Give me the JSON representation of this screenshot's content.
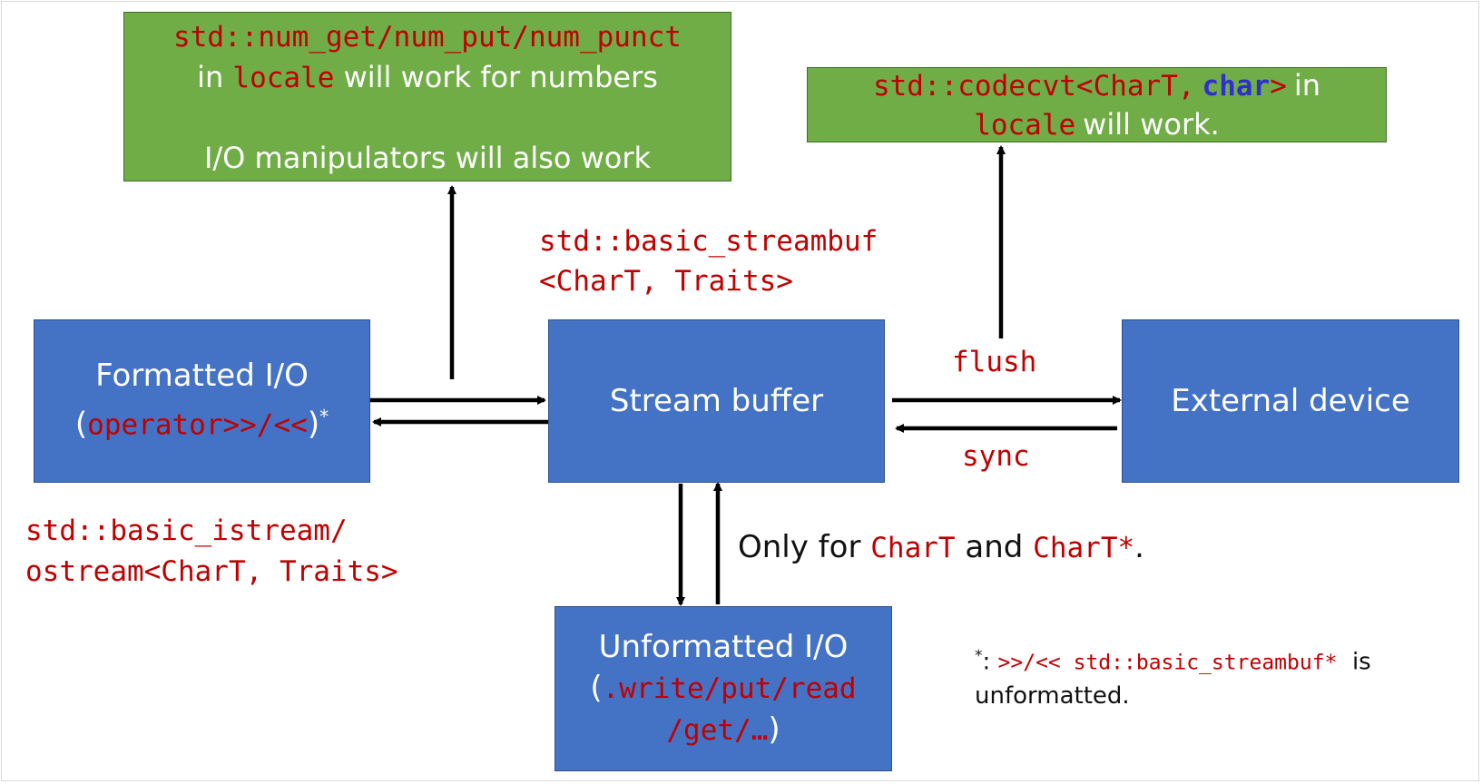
{
  "locale_box": {
    "line1": "std::num_get/num_put/num_punct",
    "line2_pre": "in",
    "line2_code": "locale",
    "line2_post": "will work for numbers",
    "line3": "I/O manipulators will also work"
  },
  "codecvt_box": {
    "line1_code_a": "std::codecvt<CharT,",
    "line1_keyword": "char",
    "line1_code_b": ">",
    "line1_post": "in",
    "line2_code": "locale",
    "line2_post": "will work."
  },
  "streambuf_label": {
    "line1": "std::basic_streambuf",
    "line2": "<CharT, Traits>"
  },
  "formatted_box": {
    "title": "Formatted I/O",
    "paren_open": "(",
    "code": "operator>>/<<",
    "paren_close": ")",
    "star": "*"
  },
  "stream_buffer_box": {
    "title": "Stream buffer"
  },
  "external_box": {
    "title": "External device"
  },
  "flush_label": "flush",
  "sync_label": "sync",
  "istream_label": {
    "line1": "std::basic_istream/",
    "line2": "ostream<CharT, Traits>"
  },
  "only_for": {
    "pre": "Only for",
    "code_a": "CharT",
    "mid": "and",
    "code_b": "CharT*",
    "post": "."
  },
  "unformatted_box": {
    "title": "Unformatted I/O",
    "paren_open": "(",
    "code_line1": ".write/put/read",
    "code_line2": "/get/…",
    "paren_close": ")"
  },
  "footnote": {
    "star": "*",
    "colon": ":",
    "code": ">>/<< std::basic_streambuf*",
    "post1": "is",
    "line2": "unformatted."
  },
  "colors": {
    "blue_box": "#4472c4",
    "green_box": "#70ad47",
    "code_red": "#c00000",
    "keyword_blue": "#2f2fd0",
    "arrow": "#000000"
  }
}
